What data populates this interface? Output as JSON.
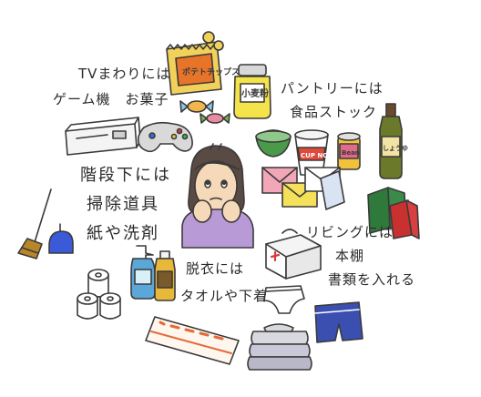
{
  "labels": {
    "tv_line1": "TVまわりには",
    "tv_line2": "ゲーム機　お菓子",
    "pantry_line1": "パントリーには",
    "pantry_line2": "食品ストック",
    "stairs_line1": "階段下には",
    "stairs_line2": "掃除道具",
    "stairs_line3": "紙や洗剤",
    "living_line1": "リビングには",
    "living_line2": "本棚",
    "living_line3": "書類を入れる",
    "dressing_line1": "脱衣には",
    "dressing_line2": "タオルや下着"
  },
  "package_text": {
    "chips": "ポテトチップス",
    "flour": "小麦粉",
    "cup_noodle": "CUP NO",
    "can": "Bean",
    "bottle": "しょうゆ"
  },
  "colors": {
    "line": "#3a3a3a",
    "chips_bag": "#f2d15a",
    "chips_label": "#e8742a",
    "flour_jar": "#f4e34a",
    "book_green": "#2f7a3a",
    "book_red": "#c93030",
    "towel_stripe": "#e56a3a",
    "shorts": "#3a4fb0",
    "shirt": "#b89ad6",
    "envelope": "#f5e05a",
    "envelope_pink": "#f2a7b8",
    "soap_blue": "#5aa7d8",
    "skin": "#f6d9b8",
    "hair": "#5a4a44"
  }
}
